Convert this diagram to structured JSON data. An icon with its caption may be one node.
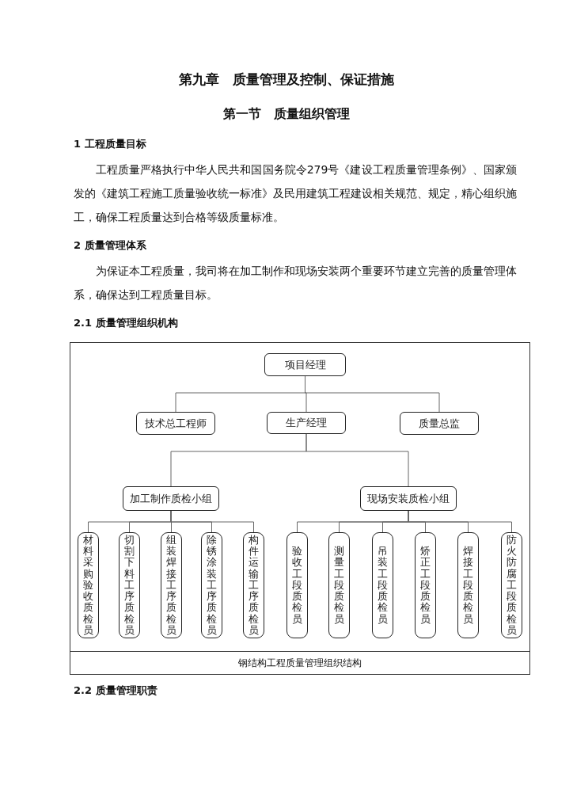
{
  "diagram": {
    "title": "第九章　质量管理及控制、保证措施",
    "caption": "钢结构工程质量管理组织结构",
    "nodes": [
      {
        "text": [
          "项目经理"
        ]
      },
      {
        "text": [
          "技术总工程师"
        ]
      },
      {
        "text": [
          "生产经理"
        ]
      },
      {
        "text": [
          "质量总监"
        ]
      },
      {
        "text": [
          "加工制作质检小组"
        ]
      },
      {
        "text": [
          "现场安装质检小组"
        ]
      },
      {
        "text": [
          "材料采购验收质检员"
        ]
      },
      {
        "text": [
          "切割下料工序质检员"
        ]
      },
      {
        "text": [
          "组装焊接工序质检员"
        ]
      },
      {
        "text": [
          "除锈涂装工序质检员"
        ]
      },
      {
        "text": [
          "构件运输工序质检员"
        ]
      },
      {
        "text": [
          "验收工段质检员"
        ]
      },
      {
        "text": [
          "测量工段质检员"
        ]
      },
      {
        "text": [
          "吊装工段质检员"
        ]
      },
      {
        "text": [
          "矫正工段质检员"
        ]
      },
      {
        "text": [
          "焊接工段质检员"
        ]
      },
      {
        "text": [
          "防火防腐工段质检员"
        ]
      }
    ],
    "edges": [
      {
        "from": 0,
        "to": 1,
        "arrow": "none"
      },
      {
        "from": 0,
        "to": 2,
        "arrow": "none"
      },
      {
        "from": 0,
        "to": 3,
        "arrow": "none"
      },
      {
        "from": 2,
        "to": 4,
        "arrow": "none"
      },
      {
        "from": 2,
        "to": 5,
        "arrow": "none"
      },
      {
        "from": 4,
        "to": 6,
        "arrow": "none"
      },
      {
        "from": 4,
        "to": 7,
        "arrow": "none"
      },
      {
        "from": 4,
        "to": 8,
        "arrow": "none"
      },
      {
        "from": 4,
        "to": 9,
        "arrow": "none"
      },
      {
        "from": 4,
        "to": 10,
        "arrow": "none"
      },
      {
        "from": 5,
        "to": 11,
        "arrow": "none"
      },
      {
        "from": 5,
        "to": 12,
        "arrow": "none"
      },
      {
        "from": 5,
        "to": 13,
        "arrow": "none"
      },
      {
        "from": 5,
        "to": 14,
        "arrow": "none"
      },
      {
        "from": 5,
        "to": 15,
        "arrow": "none"
      },
      {
        "from": 5,
        "to": 16,
        "arrow": "none"
      }
    ],
    "labels": [
      "第一节　质量组织管理",
      "1 工程质量目标",
      "工程质量严格执行中华人民共和国国务院令279号《建设工程质量管理条例》、国家颁发的《建筑工程施工质量验收统一标准》及民用建筑工程建设相关规范、规定，精心组织施工，确保工程质量达到合格等级质量标准。",
      "2 质量管理体系",
      "为保证本工程质量，我司将在加工制作和现场安装两个重要环节建立完善的质量管理体系，确保达到工程质量目标。",
      "2.1 质量管理组织机构",
      "2.2 质量管理职责"
    ]
  }
}
